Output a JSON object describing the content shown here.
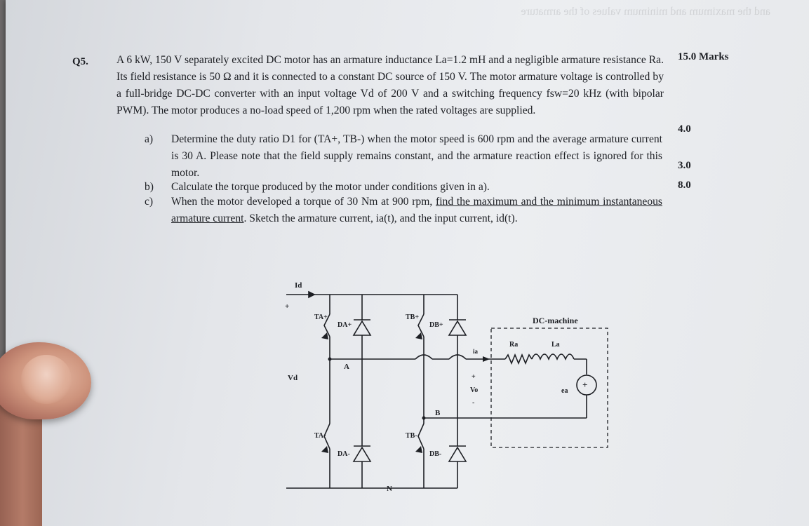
{
  "question": {
    "number": "Q5.",
    "total_marks": "15.0 Marks",
    "intro": "A 6 kW, 150 V separately excited DC motor has an armature inductance La=1.2 mH and a negligible armature resistance Ra. Its field resistance is 50 Ω and it is connected to a constant DC source of 150 V. The motor armature voltage is controlled by a full-bridge DC-DC converter with an input voltage Vd of 200 V and a switching frequency fsw=20 kHz (with bipolar PWM). The motor produces a no-load speed of 1,200 rpm when the rated voltages are supplied.",
    "parts": [
      {
        "label": "a)",
        "text": "Determine the duty ratio D1 for (TA+, TB-) when the motor speed is 600 rpm and the average armature current is 30 A. Please note that the field supply remains constant, and the armature reaction effect is ignored for this motor.",
        "marks": "4.0"
      },
      {
        "label": "b)",
        "text": "Calculate the torque produced by the motor under conditions given in a).",
        "marks": "3.0"
      },
      {
        "label": "c)",
        "text_before": "When the motor developed a torque of 30 Nm at 900 rpm, ",
        "text_underlined": "find the maximum and the minimum instantaneous armature current",
        "text_after": ". Sketch the armature current, ia(t), and the input current, id(t).",
        "marks": "8.0"
      }
    ]
  },
  "circuit": {
    "labels": {
      "id": "Id",
      "plus": "+",
      "vd": "Vd",
      "ta_plus": "TA+",
      "da_plus": "DA+",
      "tb_plus": "TB+",
      "db_plus": "DB+",
      "ta_minus": "TA-",
      "da_minus": "DA-",
      "tb_minus": "TB-",
      "db_minus": "DB-",
      "node_a": "A",
      "node_b": "B",
      "node_n": "N",
      "dc_machine": "DC-machine",
      "ra": "Ra",
      "la": "La",
      "ia": "ia",
      "vo_plus": "+",
      "vo": "Vo",
      "vo_minus": "-",
      "ea": "ea",
      "source_plus": "+"
    }
  },
  "bleed_through_text": "and the maximum and minimum values of the armature"
}
